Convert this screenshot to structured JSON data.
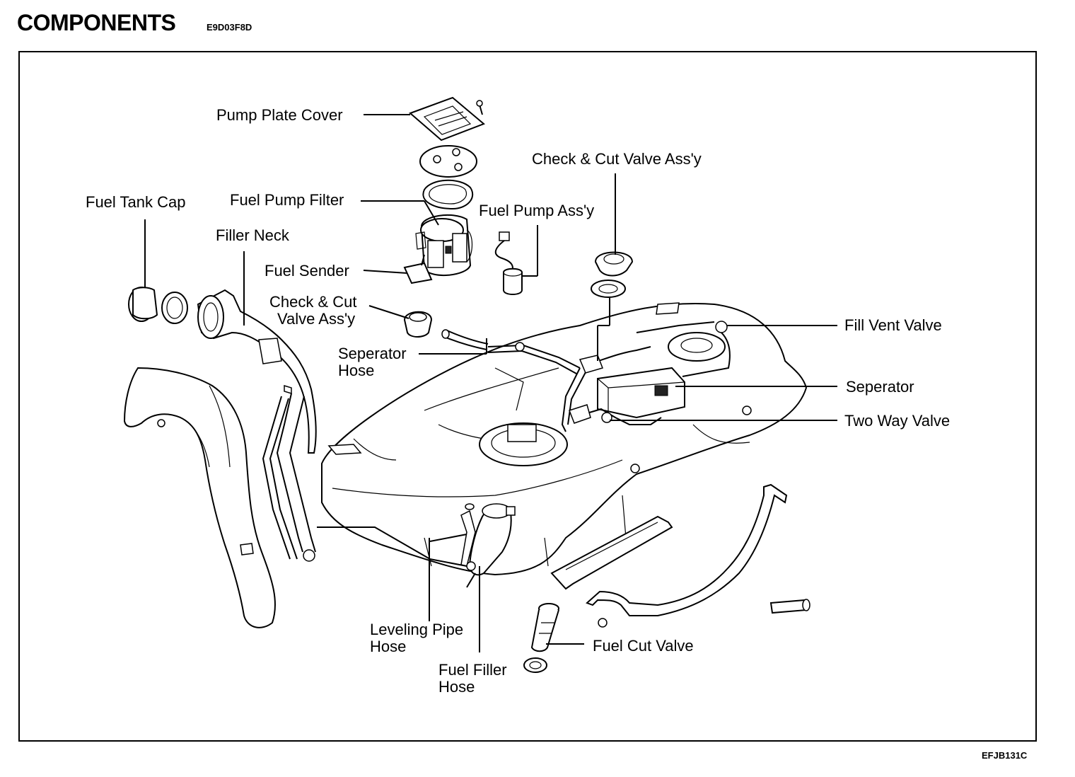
{
  "header": {
    "title": "COMPONENTS",
    "code": "E9D03F8D"
  },
  "figure": {
    "code": "EFJB131C"
  },
  "labels": {
    "pump_plate_cover": "Pump Plate Cover",
    "fuel_pump_filter": "Fuel Pump Filter",
    "fuel_tank_cap": "Fuel Tank Cap",
    "filler_neck": "Filler Neck",
    "fuel_sender": "Fuel Sender",
    "check_cut_left_1": "Check & Cut",
    "check_cut_left_2": "Valve Ass'y",
    "fuel_pump_assy": "Fuel Pump Ass'y",
    "check_cut_top": "Check & Cut Valve Ass'y",
    "separator_hose_1": "Seperator",
    "separator_hose_2": "Hose",
    "fill_vent_valve": "Fill Vent Valve",
    "separator": "Seperator",
    "two_way_valve": "Two Way Valve",
    "leveling_1": "Leveling Pipe",
    "leveling_2": "Hose",
    "fuel_filler_1": "Fuel Filler",
    "fuel_filler_2": "Hose",
    "fuel_cut_valve": "Fuel Cut Valve"
  },
  "icons": {
    "tank": "fuel-tank-icon",
    "pump": "fuel-pump-icon",
    "neck": "filler-neck-icon",
    "cap": "fuel-tank-cap-icon"
  }
}
